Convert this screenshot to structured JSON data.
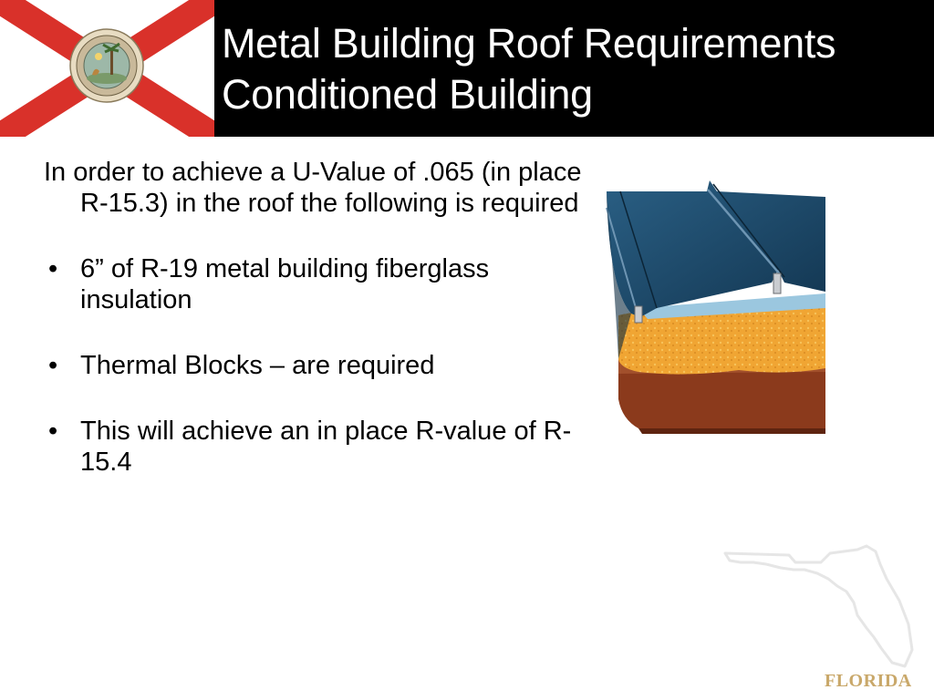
{
  "slide": {
    "title_line1": "Metal Building Roof Requirements",
    "title_line2": "Conditioned Building",
    "intro": "In order to achieve a U-Value of .065 (in place R-15.3) in the roof the following is required",
    "bullets": [
      {
        "marker": "•",
        "text": "6” of R-19 metal building fiberglass insulation"
      },
      {
        "marker": "•",
        "text": "Thermal Blocks – are required"
      },
      {
        "marker": "•",
        "text": "This will achieve an in place R-value of R-15.4"
      }
    ],
    "footer_logo": "FLORIDA"
  },
  "colors": {
    "header_bg": "#000000",
    "title_text": "#ffffff",
    "flag_red": "#d9312a",
    "roof_panel": "#1d4d6f",
    "insulation": "#f0a533",
    "deck": "#8b3a1c",
    "logo_gold": "#c9a86a"
  },
  "icons": {
    "flag": "florida-flag-icon",
    "roof": "roof-cross-section-illustration",
    "map": "florida-map-outline-icon"
  }
}
